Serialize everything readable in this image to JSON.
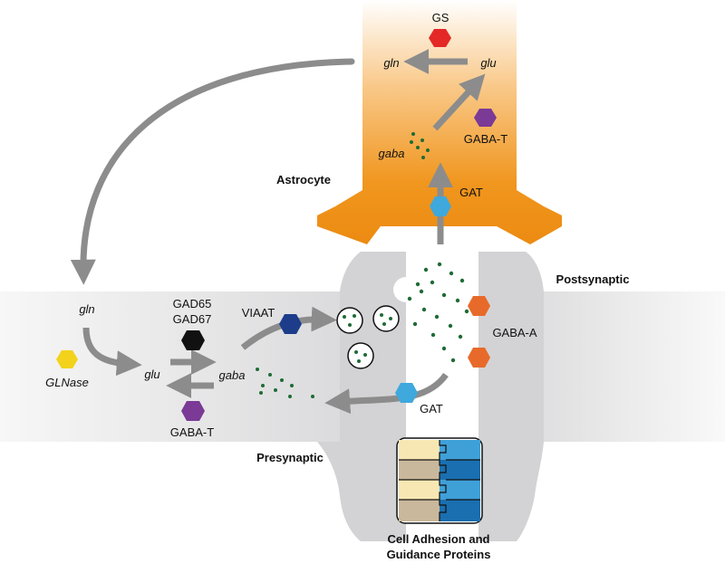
{
  "regions": {
    "astrocyte": "Astrocyte",
    "postsynaptic": "Postsynaptic",
    "presynaptic": "Presynaptic",
    "adhesion_line1": "Cell Adhesion and",
    "adhesion_line2": "Guidance Proteins"
  },
  "molecules": {
    "gln_astro": "gln",
    "glu_astro": "glu",
    "gaba_astro": "gaba",
    "gln_pre": "gln",
    "glu_pre": "glu",
    "gaba_pre": "gaba"
  },
  "enzymes": {
    "gs": "GS",
    "gaba_t_astro": "GABA-T",
    "gat_astro": "GAT",
    "gad65": "GAD65",
    "gad67": "GAD67",
    "glnase": "GLNase",
    "gaba_t_pre": "GABA-T",
    "viaat": "VIAAT",
    "gaba_a": "GABA-A",
    "gat_pre": "GAT"
  },
  "colors": {
    "astrocyte": "#f0961e",
    "membrane": "#d3d3d5",
    "arrow": "#8c8c8c",
    "gs": "#e32826",
    "gaba_t": "#7a3a96",
    "gat": "#3fa8dc",
    "gad": "#111111",
    "glnase": "#f2d21b",
    "viaat": "#1d3d8a",
    "gaba_a": "#e86a2a",
    "dots": "#1f6b35"
  }
}
